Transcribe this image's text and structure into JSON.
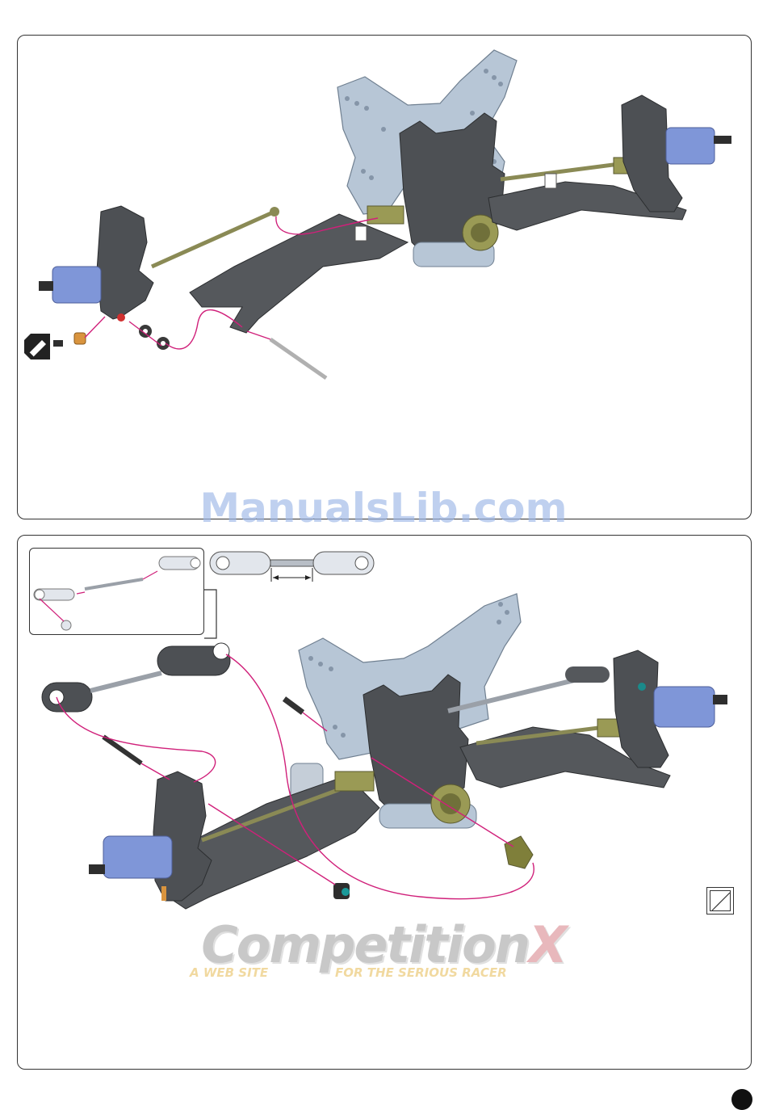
{
  "watermarks": {
    "manualslib": "ManualsLib.com",
    "competitionx_main": "Competition",
    "competitionx_x": "X",
    "competitionx_tag_left": "A WEB SITE",
    "competitionx_tag_right": "FOR THE SERIOUS RACER"
  },
  "colors": {
    "plate": "#b7c6d6",
    "plastic": "#5a5d60",
    "hub_blue": "#7f96d8",
    "driveshaft": "#8a8a55",
    "guide_line": "#d0207a",
    "border": "#333333"
  },
  "icons": {
    "thread_lock": "thread-lock-icon",
    "hint_box": "square-diagonal-icon"
  }
}
